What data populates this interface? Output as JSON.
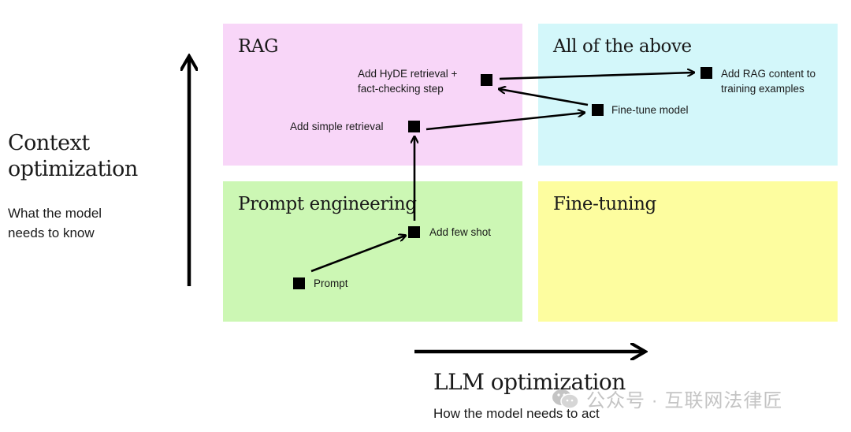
{
  "quadrants": {
    "rag": {
      "title": "RAG",
      "color": "#f8d6f8"
    },
    "all": {
      "title": "All of the above",
      "color": "#d3f7fa"
    },
    "prompt_engineering": {
      "title": "Prompt engineering",
      "color": "#ccf7b4"
    },
    "fine_tuning": {
      "title": "Fine-tuning",
      "color": "#fdfd9f"
    }
  },
  "y_axis": {
    "title_line1": "Context",
    "title_line2": "optimization",
    "sub_line1": "What the model",
    "sub_line2": "needs to know"
  },
  "x_axis": {
    "title": "LLM optimization",
    "sub": "How the model needs to act"
  },
  "nodes": {
    "prompt": "Prompt",
    "few_shot": "Add few shot",
    "simple_retrieval": "Add simple retrieval",
    "hyde_line1": "Add HyDE retrieval +",
    "hyde_line2": "fact-checking step",
    "fine_tune": "Fine-tune model",
    "rag_training_line1": "Add RAG content to",
    "rag_training_line2": "training examples"
  },
  "watermark": {
    "text": "公众号 · 互联网法律匠",
    "icon": "wechat-icon"
  }
}
